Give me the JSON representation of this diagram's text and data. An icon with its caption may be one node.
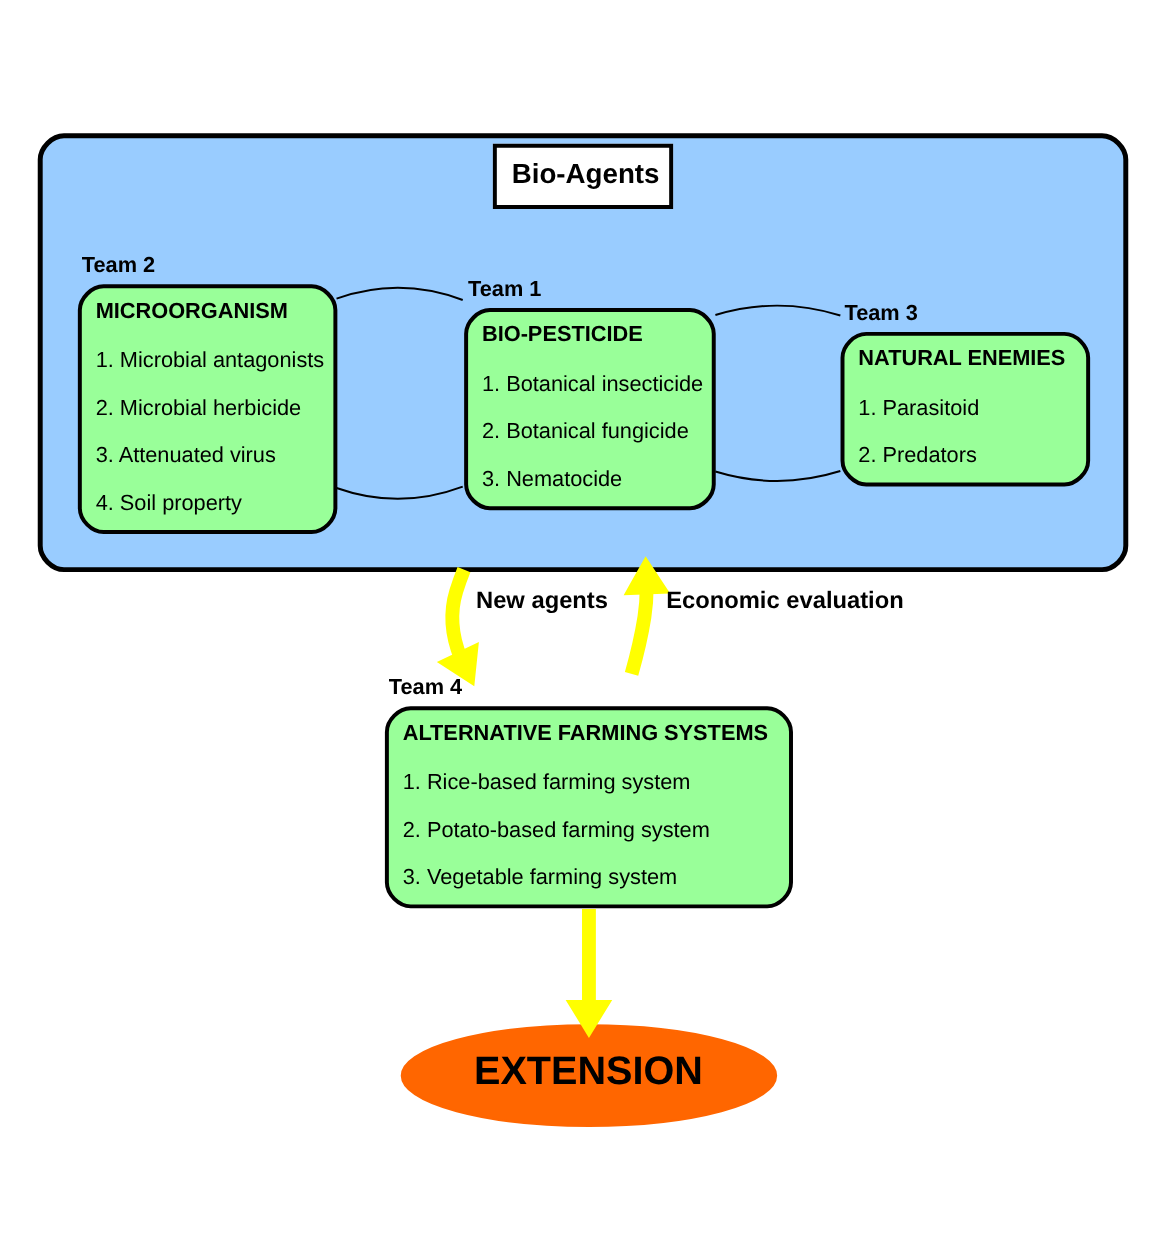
{
  "diagram": {
    "nodes": [
      {
        "text": [
          "Bio-Agents"
        ]
      },
      {
        "text": [
          "MICROORGANISM",
          "1. Microbial antagonists",
          "2. Microbial herbicide",
          "3. Attenuated virus",
          "4. Soil property"
        ],
        "in": 0,
        "beside": [
          "Team 2"
        ]
      },
      {
        "text": [
          "BIO-PESTICIDE",
          "1. Botanical insecticide",
          "2. Botanical fungicide",
          "3. Nematocide"
        ],
        "in": 0,
        "beside": [
          "Team 1"
        ]
      },
      {
        "text": [
          "NATURAL ENEMIES",
          "1. Parasitoid",
          "2. Predators"
        ],
        "in": 0,
        "beside": [
          "Team 3"
        ]
      },
      {
        "text": [
          "ALTERNATIVE FARMING SYSTEMS",
          "1. Rice-based farming system",
          "2. Potato-based farming system",
          "3. Vegetable farming system"
        ],
        "beside": [
          "Team 4"
        ]
      },
      {
        "text": [
          "EXTENSION"
        ]
      }
    ],
    "edges": [
      {
        "from": 1,
        "to": 2,
        "arrow": "none"
      },
      {
        "from": 1,
        "to": 2,
        "arrow": "none"
      },
      {
        "from": 2,
        "to": 3,
        "arrow": "none"
      },
      {
        "from": 2,
        "to": 3,
        "arrow": "none"
      },
      {
        "from": 0,
        "to": 4,
        "arrow": "to",
        "label": "New agents",
        "style": "thick",
        "color": "#ffff00"
      },
      {
        "from": 4,
        "to": 0,
        "arrow": "to",
        "label": "Economic evaluation",
        "style": "thick",
        "color": "#ffff00"
      },
      {
        "from": 4,
        "to": 5,
        "arrow": "to",
        "style": "thick",
        "color": "#ffff00"
      }
    ]
  }
}
